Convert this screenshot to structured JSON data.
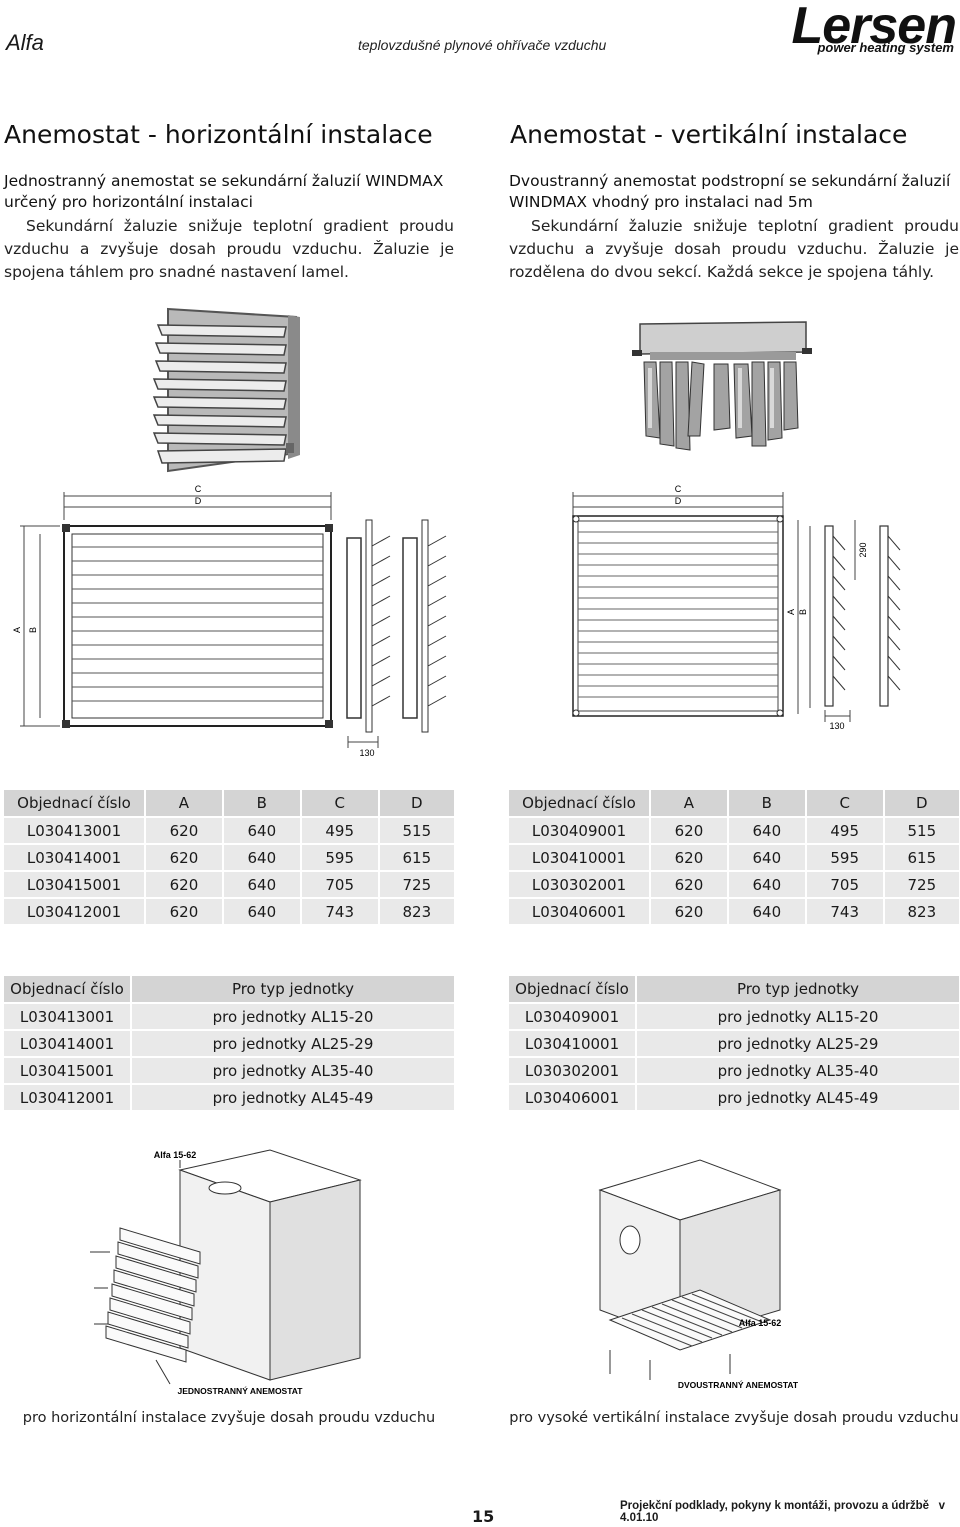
{
  "header": {
    "model": "Alfa",
    "subtitle": "teplovzdušné plynové ohřívače vzduchu",
    "logo": "Lersen",
    "logo_tagline": "power heating system"
  },
  "left": {
    "title": "Anemostat - horizontální instalace",
    "lead": "Jednostranný anemostat se sekundární žaluzií WINDMAX určený pro horizontální instalaci",
    "body": "Sekundární žaluzie snižuje teplotní gradient proudu vzduchu a zvyšuje dosah proudu vzduchu. Žaluzie je spojena táhlem pro snadné nastavení lamel.",
    "drawing_labels": {
      "c": "C",
      "d": "D",
      "a": "A",
      "b": "B",
      "depth": "130"
    },
    "dims_table": {
      "headers": [
        "Objednací číslo",
        "A",
        "B",
        "C",
        "D"
      ],
      "rows": [
        [
          "L030413001",
          "620",
          "640",
          "495",
          "515"
        ],
        [
          "L030414001",
          "620",
          "640",
          "595",
          "615"
        ],
        [
          "L030415001",
          "620",
          "640",
          "705",
          "725"
        ],
        [
          "L030412001",
          "620",
          "640",
          "743",
          "823"
        ]
      ]
    },
    "type_table": {
      "headers": [
        "Objednací číslo",
        "Pro typ jednotky"
      ],
      "rows": [
        [
          "L030413001",
          "pro jednotky AL15-20"
        ],
        [
          "L030414001",
          "pro jednotky AL25-29"
        ],
        [
          "L030415001",
          "pro jednotky AL35-40"
        ],
        [
          "L030412001",
          "pro jednotky AL45-49"
        ]
      ]
    },
    "illustration_label": "Alfa 15-62",
    "illustration_callout": "JEDNOSTRANNÝ ANEMOSTAT",
    "caption": "pro horizontální instalace zvyšuje dosah proudu vzduchu"
  },
  "right": {
    "title": "Anemostat - vertikální instalace",
    "lead": "Dvoustranný anemostat podstropní se sekundární žaluzií WINDMAX vhodný pro instalaci nad 5m",
    "body": "Sekundární žaluzie snižuje teplotní gradient proudu vzduchu a zvyšuje dosah proudu vzduchu. Žaluzie je rozdělena do dvou sekcí. Každá sekce je spojena táhly.",
    "drawing_labels": {
      "c": "C",
      "d": "D",
      "a": "A",
      "b": "B",
      "depth": "130",
      "section": "290"
    },
    "dims_table": {
      "headers": [
        "Objednací číslo",
        "A",
        "B",
        "C",
        "D"
      ],
      "rows": [
        [
          "L030409001",
          "620",
          "640",
          "495",
          "515"
        ],
        [
          "L030410001",
          "620",
          "640",
          "595",
          "615"
        ],
        [
          "L030302001",
          "620",
          "640",
          "705",
          "725"
        ],
        [
          "L030406001",
          "620",
          "640",
          "743",
          "823"
        ]
      ]
    },
    "type_table": {
      "headers": [
        "Objednací číslo",
        "Pro typ jednotky"
      ],
      "rows": [
        [
          "L030409001",
          "pro jednotky AL15-20"
        ],
        [
          "L030410001",
          "pro jednotky AL25-29"
        ],
        [
          "L030302001",
          "pro jednotky AL35-40"
        ],
        [
          "L030406001",
          "pro jednotky AL45-49"
        ]
      ]
    },
    "illustration_label": "Alfa 15-62",
    "illustration_callout": "DVOUSTRANNÝ ANEMOSTAT",
    "caption": "pro vysoké vertikální instalace zvyšuje dosah proudu vzduchu"
  },
  "footer": {
    "page_number": "15",
    "doc_title": "Projekční podklady, pokyny k montáži, provozu a údržbě",
    "version": "v 4.01.10"
  }
}
